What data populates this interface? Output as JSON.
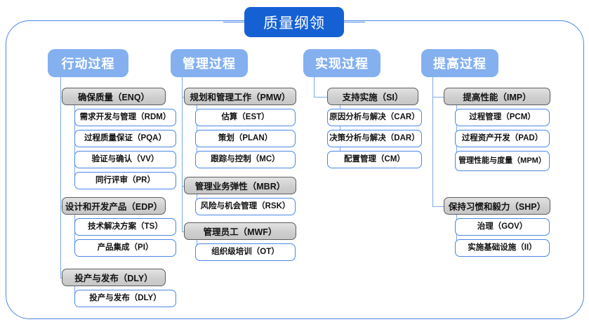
{
  "title": "质量纲领",
  "colors": {
    "frame_border": "#4a86e8",
    "title_bg": "#1561d4",
    "column_header_bg": "#84b0f0",
    "group_box_bg": "#cfcfcf",
    "group_box_border": "#5c5c5c",
    "leaf_box_border": "#4a86e8",
    "connector": "#7aa9ea"
  },
  "columns": [
    {
      "header": "行动过程",
      "groups": [
        {
          "label": "确保质量（ENQ）",
          "items": [
            "需求开发与管理（RDM）",
            "过程质量保证（PQA）",
            "验证与确认（VV）",
            "同行评审（PR）"
          ]
        },
        {
          "label": "设计和开发产品（EDP）",
          "items": [
            "技术解决方案（TS）",
            "产品集成（PI）"
          ]
        },
        {
          "label": "投产与发布（DLY）",
          "items": [
            "投产与发布（DLY）"
          ]
        }
      ]
    },
    {
      "header": "管理过程",
      "groups": [
        {
          "label": "规划和管理工作（PMW）",
          "items": [
            "估算（EST）",
            "策划（PLAN）",
            "跟踪与控制（MC）"
          ]
        },
        {
          "label": "管理业务弹性（MBR）",
          "items": [
            "风险与机会管理（RSK）"
          ]
        },
        {
          "label": "管理员工（MWF）",
          "items": [
            "组织级培训（OT）"
          ]
        }
      ]
    },
    {
      "header": "实现过程",
      "groups": [
        {
          "label": "支持实施（SI）",
          "items": [
            "原因分析与解决（CAR）",
            "决策分析与解决（DAR）",
            "配置管理（CM）"
          ]
        }
      ]
    },
    {
      "header": "提高过程",
      "groups": [
        {
          "label": "提高性能（IMP）",
          "items": [
            "过程管理（PCM）",
            "过程资产开发（PAD）",
            "管理性能与度量（MPM）"
          ]
        },
        {
          "label": "保持习惯和毅力（SHP）",
          "items": [
            "治理（GOV）",
            "实施基础设施（II）"
          ]
        }
      ]
    }
  ]
}
